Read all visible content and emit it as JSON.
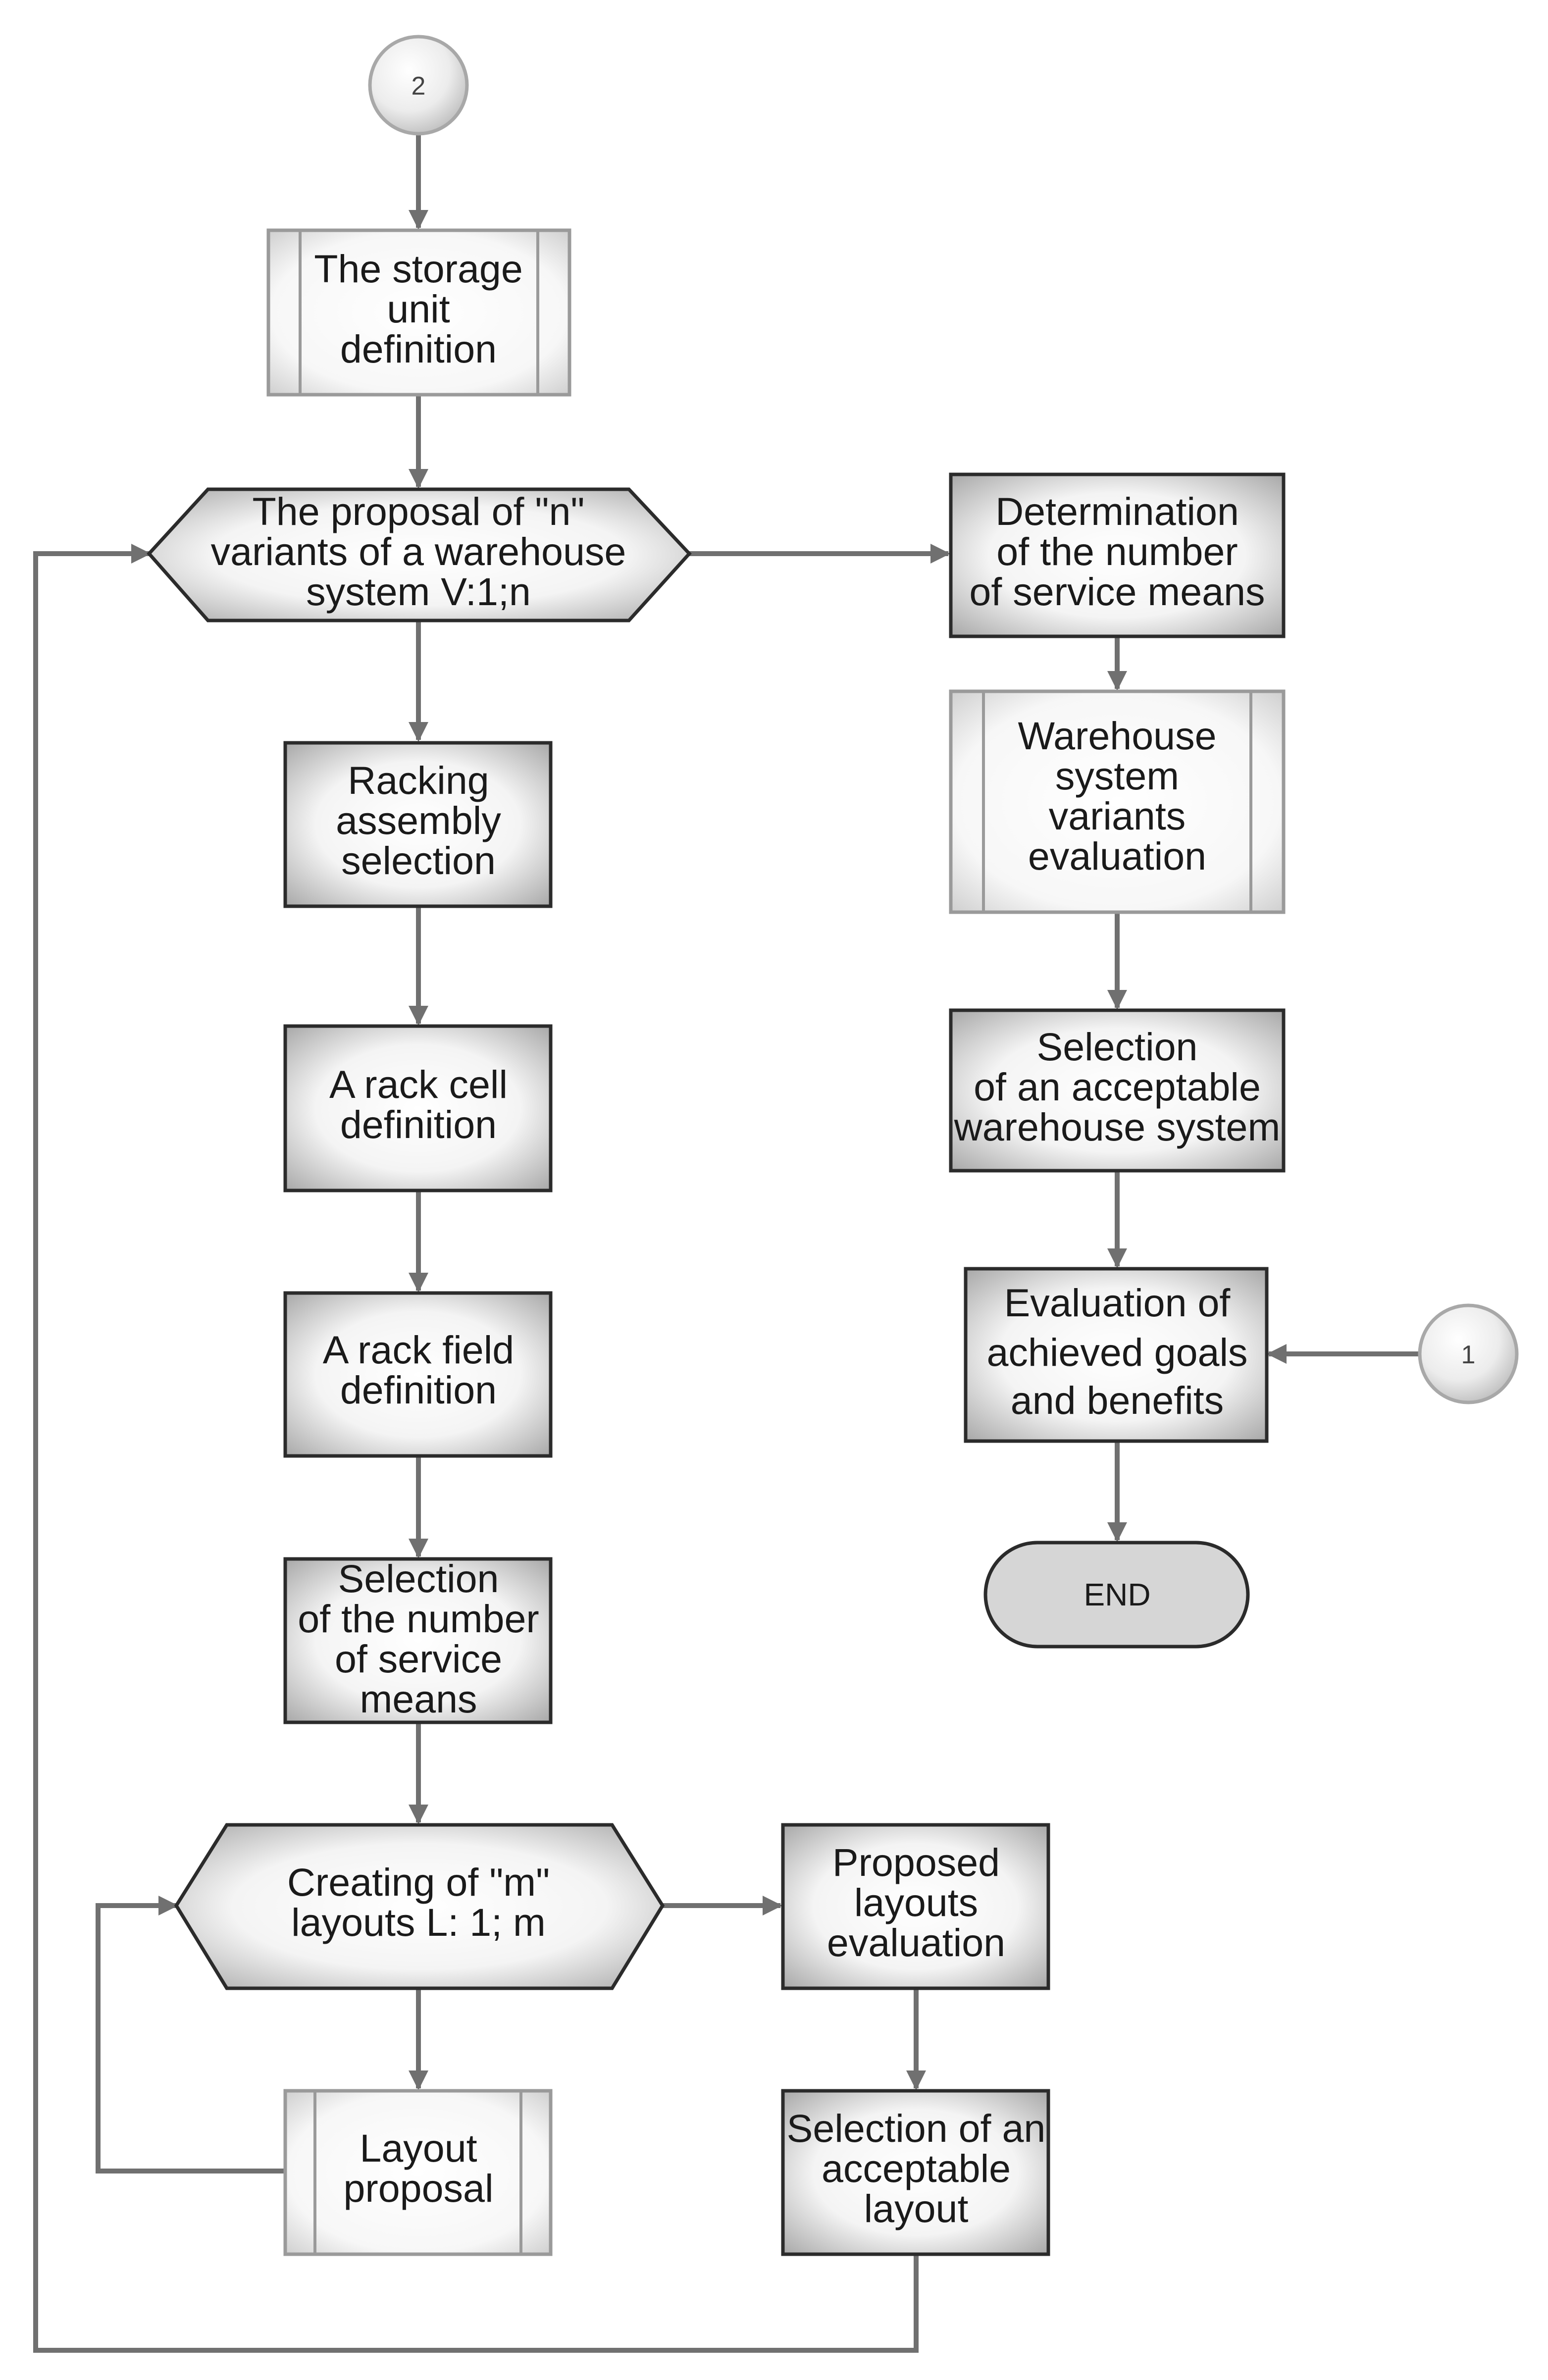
{
  "connectors": {
    "start": "2",
    "side": "1"
  },
  "nodes": {
    "storage_unit": [
      "The storage",
      "unit",
      "definition"
    ],
    "proposal_n": [
      "The proposal of \"n\"",
      "variants of a warehouse",
      "system V:1;n"
    ],
    "racking": [
      "Racking",
      "assembly",
      "selection"
    ],
    "rack_cell": [
      "A rack cell",
      "definition"
    ],
    "rack_field": [
      "A rack field",
      "definition"
    ],
    "select_service": [
      "Selection",
      "of the number",
      "of service",
      "means"
    ],
    "creating_m": [
      "Creating of \"m\"",
      "layouts L: 1; m"
    ],
    "layout_proposal": [
      "Layout",
      "proposal"
    ],
    "proposed_eval": [
      "Proposed",
      "layouts",
      "evaluation"
    ],
    "select_layout": [
      "Selection of an",
      "acceptable",
      "layout"
    ],
    "determination": [
      "Determination",
      "of the number",
      "of service means"
    ],
    "ws_eval": [
      "Warehouse",
      "system",
      "variants",
      "evaluation"
    ],
    "select_ws": [
      "Selection",
      "of an acceptable",
      "warehouse system"
    ],
    "goals": [
      "Evaluation of",
      "achieved goals",
      "and benefits"
    ],
    "end": "END"
  }
}
